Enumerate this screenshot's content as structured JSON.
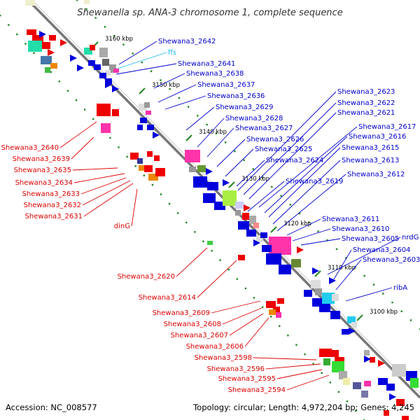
{
  "title": "Shewanella sp. ANA-3 chromosome 1, complete sequence",
  "accession": "Accession: NC_008577",
  "topology": "Topology: circular; Length: 4,972,204 bp; Genes: 4,245",
  "colors": {
    "backbone": "#777777",
    "forward_label": "#0000cc",
    "reverse_label": "#dd0000",
    "rna_label": "#22bbee",
    "tick": "#228822"
  },
  "ticks": [
    "3160 kbp",
    "3150 kbp",
    "3140 kbp",
    "3130 kbp",
    "3120 kbp",
    "3110 kbp",
    "3100 kbp"
  ],
  "right_labels": [
    "Shewana3_2642",
    "ffs",
    "Shewana3_2641",
    "Shewana3_2638",
    "Shewana3_2637",
    "Shewana3_2636",
    "Shewana3_2629",
    "Shewana3_2628",
    "Shewana3_2627",
    "Shewana3_2626",
    "Shewana3_2625",
    "Shewana3_2624",
    "Shewana3_2623",
    "Shewana3_2622",
    "Shewana3_2621",
    "Shewana3_2617",
    "Shewana3_2616",
    "Shewana3_2615",
    "Shewana3_2613",
    "Shewana3_2612",
    "Shewana3_2619",
    "Shewana3_2611",
    "Shewana3_2610",
    "Shewana3_2605",
    "nrdG",
    "Shewana3_2604",
    "Shewana3_2603",
    "ribA"
  ],
  "left_labels": [
    "Shewana3_2640",
    "Shewana3_2639",
    "Shewana3_2635",
    "Shewana3_2634",
    "Shewana3_2633",
    "Shewana3_2632",
    "Shewana3_2631",
    "dinG",
    "Shewana3_2620",
    "Shewana3_2614",
    "Shewana3_2609",
    "Shewana3_2608",
    "Shewana3_2607",
    "Shewana3_2606",
    "Shewana3_2598",
    "Shewana3_2596",
    "Shewana3_2595",
    "Shewana3_2594"
  ]
}
